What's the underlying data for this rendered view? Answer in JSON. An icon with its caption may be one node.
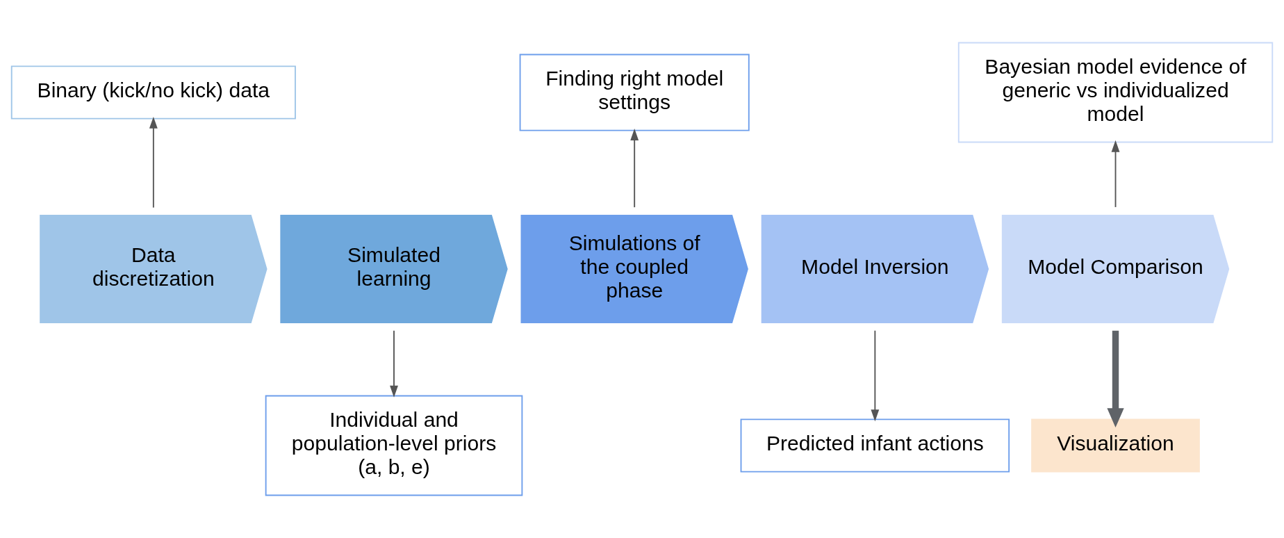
{
  "diagram": {
    "nodes": [
      {
        "text": [
          "Binary (kick/no kick) data"
        ]
      },
      {
        "text": [
          "Finding right model settings"
        ]
      },
      {
        "text": [
          "Bayesian model evidence of generic vs individualized model"
        ]
      },
      {
        "text": [
          "Data discretization"
        ]
      },
      {
        "text": [
          "Simulated learning"
        ]
      },
      {
        "text": [
          "Simulations of the coupled phase"
        ]
      },
      {
        "text": [
          "Model Inversion"
        ]
      },
      {
        "text": [
          "Model Comparison"
        ]
      },
      {
        "text": [
          "Individual and population-level priors (a, b, e)"
        ]
      },
      {
        "text": [
          "Predicted infant actions"
        ]
      },
      {
        "text": [
          "Visualization"
        ]
      }
    ],
    "edges": [
      {
        "from": 3,
        "to": 0,
        "arrow": "to"
      },
      {
        "from": 5,
        "to": 1,
        "arrow": "to"
      },
      {
        "from": 7,
        "to": 2,
        "arrow": "to"
      },
      {
        "from": 4,
        "to": 8,
        "arrow": "to"
      },
      {
        "from": 6,
        "to": 9,
        "arrow": "to"
      },
      {
        "from": 7,
        "to": 10,
        "arrow": "to",
        "style": "thick",
        "color": "#5f6368"
      }
    ]
  }
}
